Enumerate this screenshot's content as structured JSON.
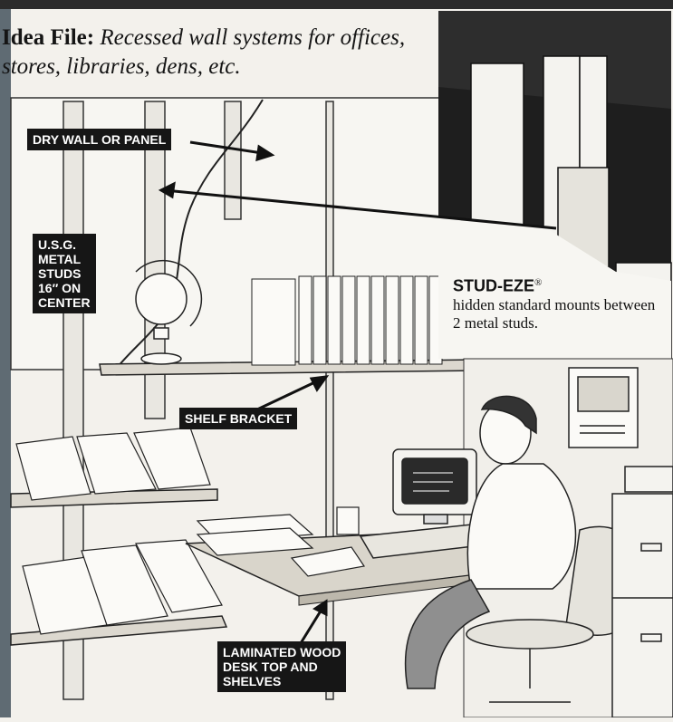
{
  "title": {
    "bold": "Idea File:",
    "italic": "Recessed wall systems for offices, stores, libraries, dens, etc."
  },
  "labels": {
    "drywall": "DRY WALL OR PANEL",
    "studs": "U.S.G.\nMETAL\nSTUDS\n16″ ON\nCENTER",
    "shelf_bracket": "SHELF BRACKET",
    "desk_top": "LAMINATED WOOD\nDESK TOP AND\nSHELVES"
  },
  "inset": {
    "brand": "STUD-EZE",
    "reg": "®",
    "description": "hidden standard mounts between 2 metal studs."
  },
  "colors": {
    "paper": "#f3f1ec",
    "ink": "#161616",
    "dark_frame": "#2b2b2b",
    "spine_gray": "#5f6b73"
  }
}
